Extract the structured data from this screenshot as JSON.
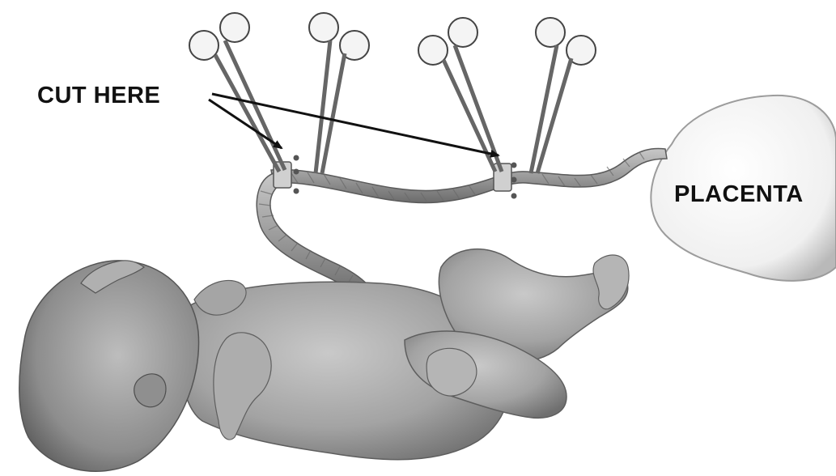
{
  "labels": {
    "cut_here": "CUT HERE",
    "placenta": "PLACENTA"
  },
  "colors": {
    "background": "#ffffff",
    "skin": "#a8a8a8",
    "skin_dark": "#6e6e6e",
    "cord": "#9a9a9a",
    "placenta": "#f2f2f2",
    "clamp_metal": "#8a8a8a",
    "arrow": "#111111"
  },
  "icons": {
    "clamp": "hemostat-clamp-icon",
    "arrow": "pointer-arrow"
  }
}
